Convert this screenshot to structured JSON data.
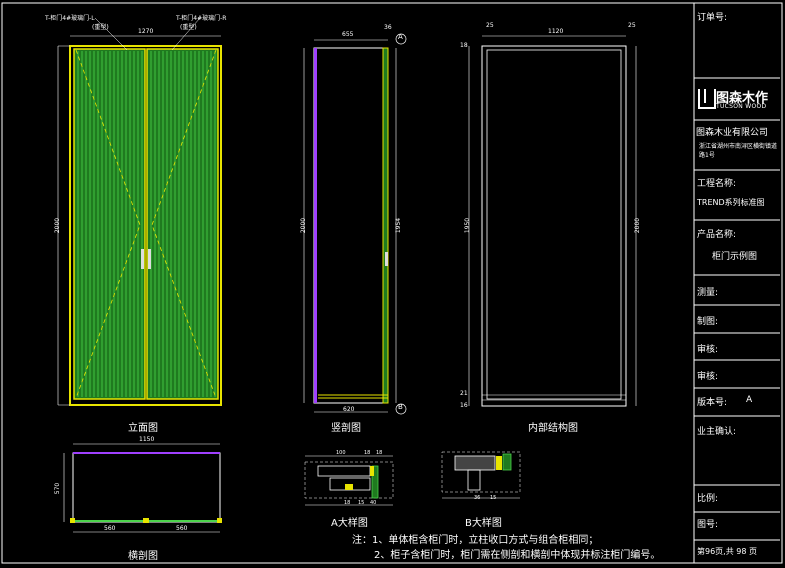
{
  "views": {
    "elevation": "立面图",
    "vertical_section": "竖剖图",
    "internal_structure": "内部结构图",
    "horizontal_section": "横剖图",
    "detail_a": "A大样图",
    "detail_b": "B大样图"
  },
  "callouts": {
    "left": "T-柜门4#玻璃门-L",
    "left_sub": "(重型)",
    "right": "T-柜门4#玻璃门-R",
    "right_sub": "(重型)",
    "marker_a": "A",
    "marker_b": "B"
  },
  "dimensions": {
    "elev_width": "1270",
    "elev_height": "2000",
    "vsec_top": "655",
    "vsec_top_small": "36",
    "vsec_bottom": "620",
    "vsec_height_left": "2000",
    "vsec_height_right": "1954",
    "int_left": "25",
    "int_mid": "1120",
    "int_right": "25",
    "int_height": "2000",
    "int_inner": "1950",
    "int_top": "18",
    "int_bottom1": "21",
    "int_bottom2": "16",
    "hsec_width": "1150",
    "hsec_left_half": "560",
    "hsec_right_half": "560",
    "hsec_depth": "570",
    "da_top1": "100",
    "da_top2": "18",
    "da_top3": "18",
    "da_bot1": "18",
    "da_bot2": "15",
    "da_bot3": "40",
    "db_bot1": "36",
    "db_bot2": "15"
  },
  "title_block": {
    "order_no": "订单号:",
    "brand_cn": "图森木作",
    "brand_en": "TUCSON WOOD",
    "company": "图森木业有限公司",
    "address": "浙江省湖州市南浔区横街镇道路1号",
    "project_label": "工程名称:",
    "project_value": "TREND系列标准图",
    "product_label": "产品名称:",
    "product_value": "柜门示例图",
    "measure": "测量:",
    "drawn": "制图:",
    "review1": "审核:",
    "review2": "审核:",
    "version_label": "版本号:",
    "version_value": "A",
    "owner_confirm": "业主确认:",
    "scale": "比例:",
    "drawing_no": "图号:",
    "page": "第96页,共 98 页"
  },
  "notes": {
    "line1": "注：1、单体柜含柜门时，立柱收口方式与组合柜相同；",
    "line2": "2、柜子含柜门时，柜门需在侧剖和横剖中体现并标注柜门编号。"
  },
  "colors": {
    "glass_fill": "#1f7a1f",
    "glass_stripe": "#4cd44c",
    "frame": "#e8e400",
    "profile": "#ffffff",
    "section_violet": "#a040ff",
    "accent_cyan": "#00ffff"
  }
}
